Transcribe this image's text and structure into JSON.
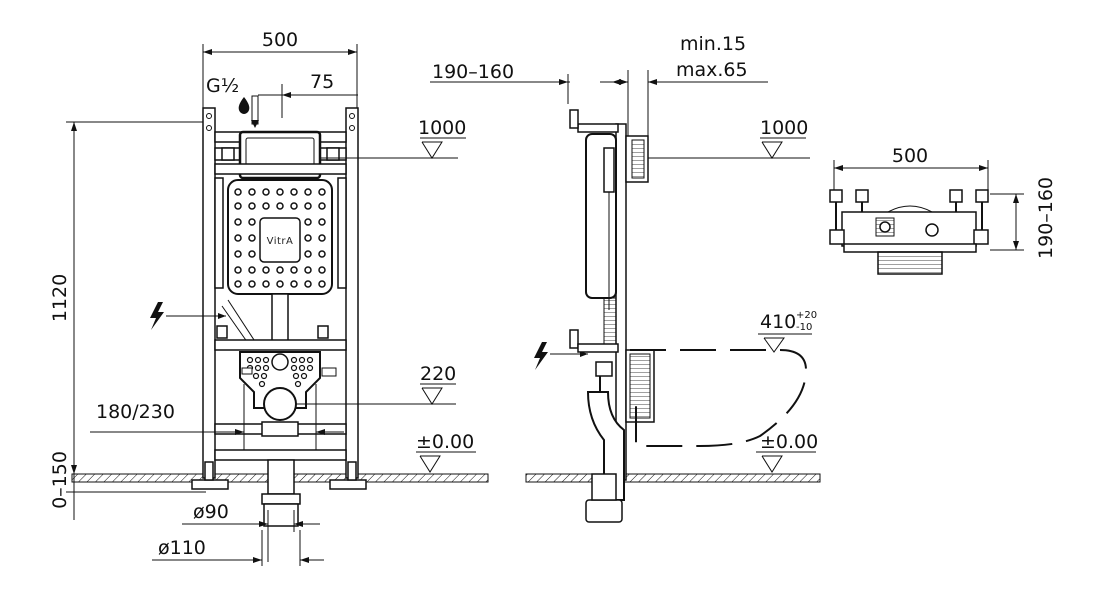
{
  "front_view": {
    "width_label": "500",
    "water_inlet_label": "G½",
    "inlet_offset_label": "75",
    "height_label": "1120",
    "floor_offset_label": "0–150",
    "level_1000_label": "1000",
    "level_220_label": "220",
    "level_zero_label": "±0.00",
    "outlet_spacing_label": "180/230",
    "pipe_inner_label": "ø90",
    "pipe_outer_label": "ø110",
    "brand_label": "VitrA"
  },
  "side_view": {
    "depth_label": "190–160",
    "wall_min_label": "min.15",
    "wall_max_label": "max.65",
    "level_1000_label": "1000",
    "bowl_level_label": "410",
    "bowl_tol_plus": "+20",
    "bowl_tol_minus": "-10",
    "level_zero_label": "±0.00"
  },
  "top_view": {
    "width_label": "500",
    "depth_label": "190–160"
  },
  "icons": [
    "water-drop-icon",
    "electric-lightning-icon"
  ]
}
